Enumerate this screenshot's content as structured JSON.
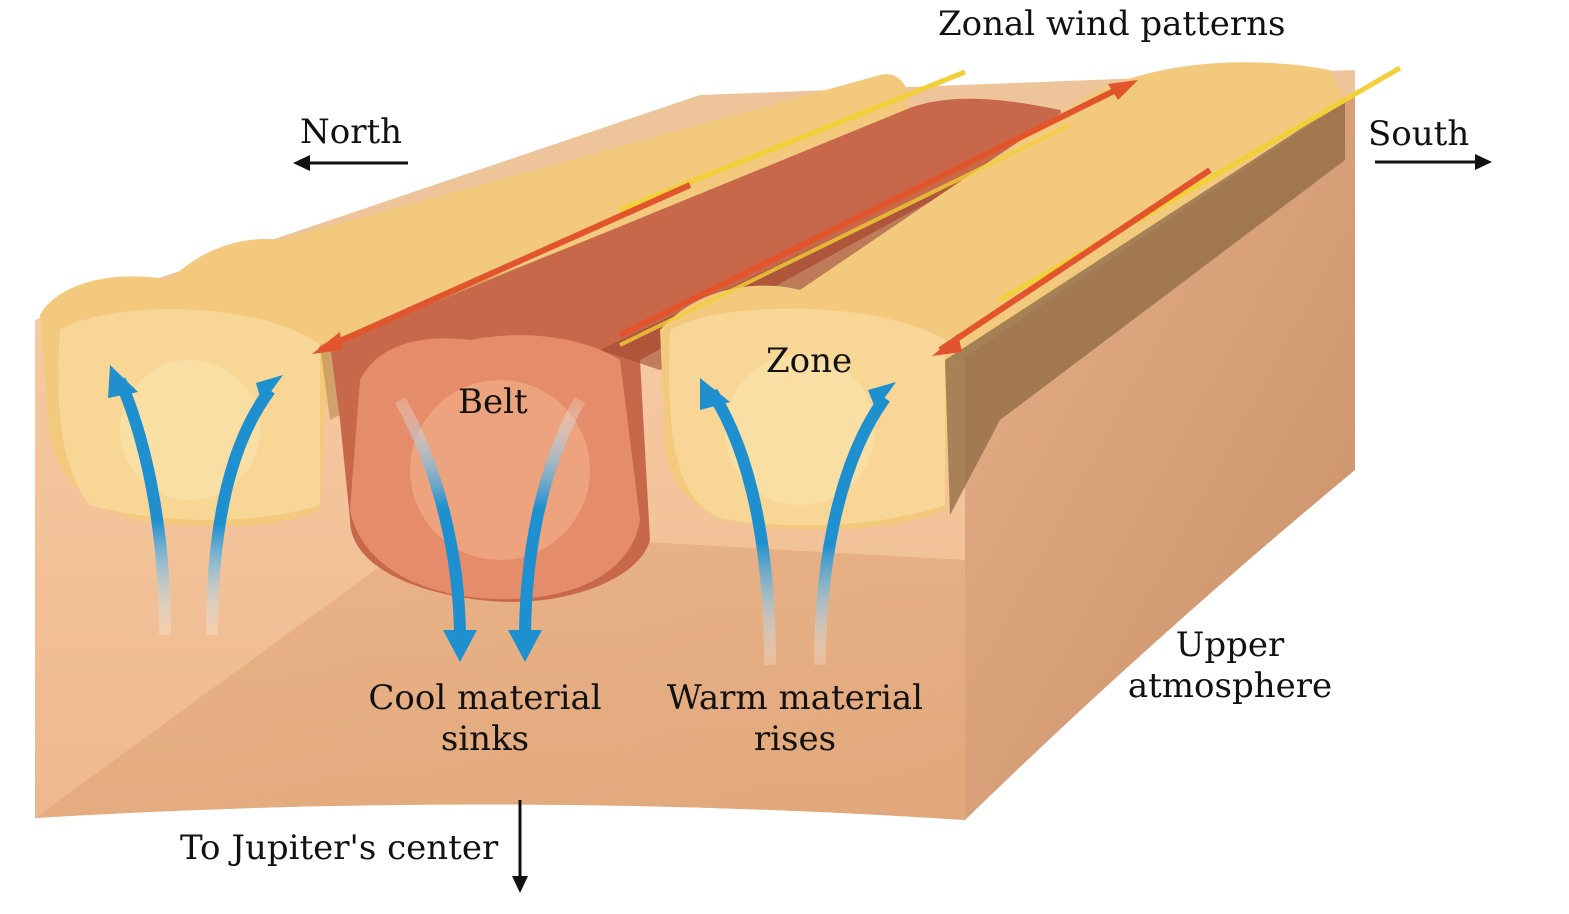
{
  "labels": {
    "zonal_wind": "Zonal wind patterns",
    "north": "North",
    "south": "South",
    "belt": "Belt",
    "zone": "Zone",
    "cool_line1": "Cool material",
    "cool_line2": "sinks",
    "warm_line1": "Warm material",
    "warm_line2": "rises",
    "upper_line1": "Upper",
    "upper_line2": "atmosphere",
    "center": "To Jupiter's center"
  },
  "colors": {
    "zone_cloud": "#f3c97e",
    "belt_cloud": "#c8684a",
    "block_side": "#e8b58a",
    "block_front": "#f0c39c",
    "rising_sinking_arrow": "#1e8fcf",
    "wind_arrow_red": "#e2542c",
    "wind_arrow_yellow": "#f2d038"
  }
}
